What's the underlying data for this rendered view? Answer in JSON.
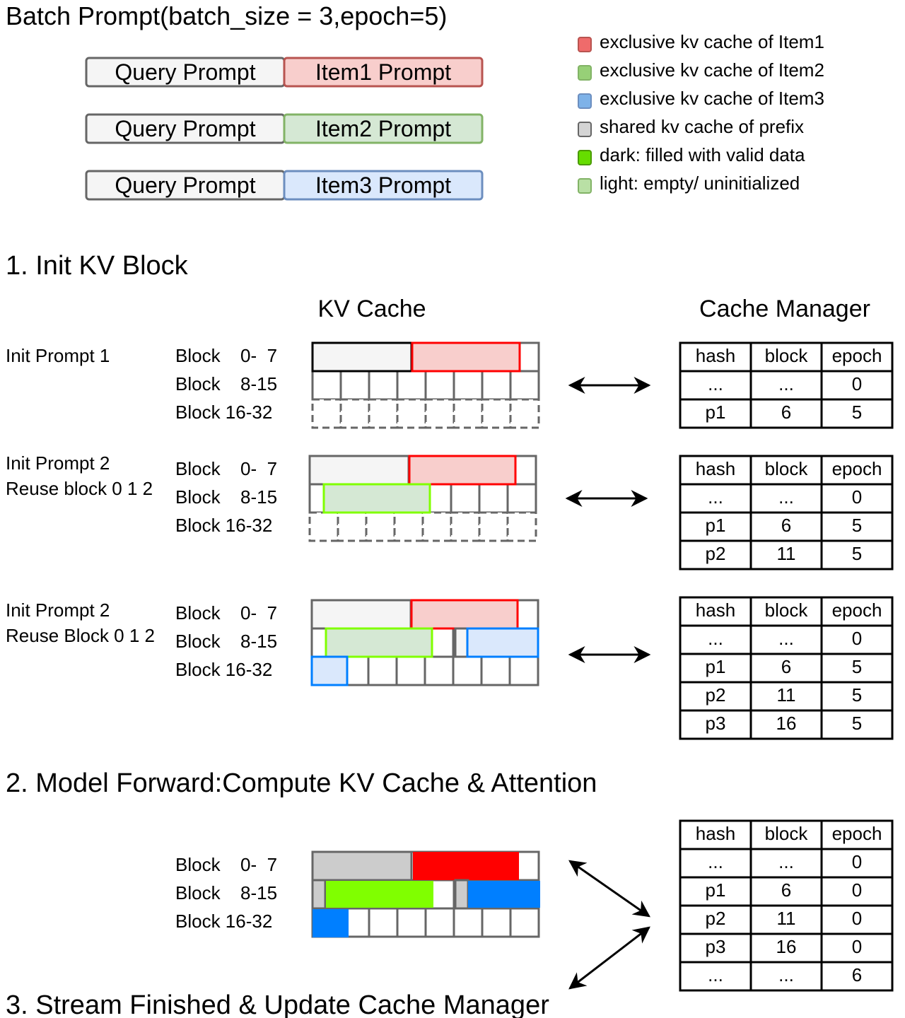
{
  "title": "Batch Prompt(batch_size = 3,epoch=5)",
  "batch": [
    {
      "query": "Query Prompt",
      "item": "Item1 Prompt",
      "color": "item1"
    },
    {
      "query": "Query Prompt",
      "item": "Item2 Prompt",
      "color": "item2"
    },
    {
      "query": "Query Prompt",
      "item": "Item3 Prompt",
      "color": "item3"
    }
  ],
  "legend": [
    {
      "label": "exclusive kv cache of Item1",
      "swatch": "#ef6b6b",
      "border": "#b85450"
    },
    {
      "label": "exclusive kv cache of Item2",
      "swatch": "#97d077",
      "border": "#82b366"
    },
    {
      "label": "exclusive kv cache of Item3",
      "swatch": "#7eb2e8",
      "border": "#6c8ebf"
    },
    {
      "label": "shared kv cache of prefix",
      "swatch": "#d4d4d4",
      "border": "#666666"
    },
    {
      "label": "dark: filled with valid data",
      "swatch": "#66dd00",
      "border": "#4a9a00"
    },
    {
      "label": "light: empty/ uninitialized",
      "swatch": "#b9e0a5",
      "border": "#82b366"
    }
  ],
  "colors": {
    "gray_border": "#666666",
    "query_fill": "#f5f5f5",
    "item1_fill": "#f8cecc",
    "item1_border": "#b85450",
    "item2_fill": "#d5e8d4",
    "item2_border": "#82b366",
    "item3_fill": "#dae8fc",
    "item3_border": "#6c8ebf",
    "red_outline": "#ff0000",
    "green_outline": "#80ff00",
    "blue_outline": "#007fff",
    "light_red": "#f8cecc",
    "light_green": "#d5e8d4",
    "light_blue": "#dae8fc",
    "light_gray": "#f5f5f5",
    "dark_gray": "#cccccc",
    "dark_red": "#ff0000",
    "dark_green": "#80ff00",
    "dark_blue": "#007fff"
  },
  "sections": {
    "s1": "1. Init KV Block",
    "s2": "2. Model Forward:Compute KV Cache & Attention",
    "s3": "3. Stream Finished & Update Cache Manager"
  },
  "headers": {
    "kv": "KV Cache",
    "cm": "Cache Manager"
  },
  "block_labels": {
    "prefix": "Block",
    "r0": "0-  7",
    "r1": "8-15",
    "r2": "Block 16-32"
  },
  "steps": [
    {
      "labels": [
        "Init Prompt 1"
      ],
      "table": [
        [
          "hash",
          "block",
          "epoch"
        ],
        [
          "...",
          "...",
          "0"
        ],
        [
          "p1",
          "6",
          "5"
        ]
      ]
    },
    {
      "labels": [
        "Init Prompt 2",
        "Reuse block 0 1 2"
      ],
      "table": [
        [
          "hash",
          "block",
          "epoch"
        ],
        [
          "...",
          "...",
          "0"
        ],
        [
          "p1",
          "6",
          "5"
        ],
        [
          "p2",
          "11",
          "5"
        ]
      ]
    },
    {
      "labels": [
        "Init Prompt 2",
        "Reuse Block 0 1 2"
      ],
      "table": [
        [
          "hash",
          "block",
          "epoch"
        ],
        [
          "...",
          "...",
          "0"
        ],
        [
          "p1",
          "6",
          "5"
        ],
        [
          "p2",
          "11",
          "5"
        ],
        [
          "p3",
          "16",
          "5"
        ]
      ]
    },
    {
      "labels": [],
      "table": [
        [
          "hash",
          "block",
          "epoch"
        ],
        [
          "...",
          "...",
          "0"
        ],
        [
          "p1",
          "6",
          "0"
        ],
        [
          "p2",
          "11",
          "0"
        ],
        [
          "p3",
          "16",
          "0"
        ],
        [
          "...",
          "...",
          "6"
        ]
      ]
    }
  ]
}
